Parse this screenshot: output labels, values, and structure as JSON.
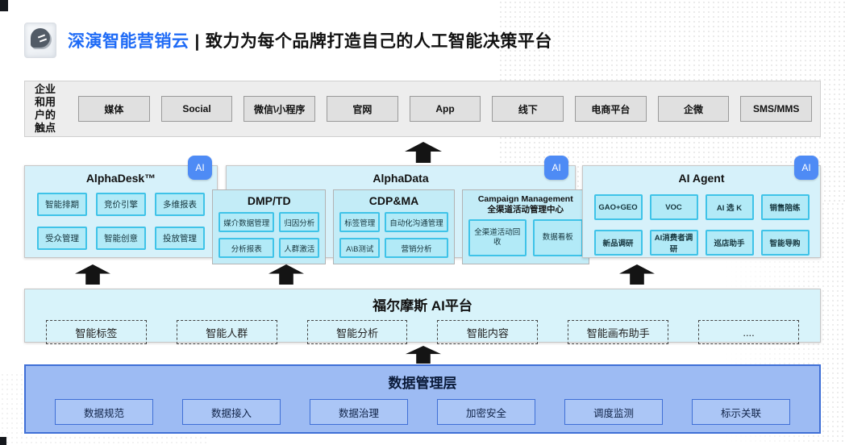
{
  "header": {
    "brand": "深演智能营销云",
    "separator": "|",
    "tagline": "致力为每个品牌打造自己的人工智能决策平台",
    "brand_color": "#1f6bf6"
  },
  "ai_badge": "AI",
  "touchpoints": {
    "label_lines": [
      "企业",
      "和用",
      "户的",
      "触点"
    ],
    "items": [
      "媒体",
      "Social",
      "微信\\小程序",
      "官网",
      "App",
      "线下",
      "电商平台",
      "企微",
      "SMS/MMS"
    ]
  },
  "panels": [
    {
      "title": "AlphaDesk™",
      "items": [
        "智能排期",
        "竞价引擎",
        "多维报表",
        "受众管理",
        "智能创意",
        "投放管理"
      ]
    },
    {
      "title": "AlphaData",
      "subpanels": [
        {
          "title": "DMP/TD",
          "items": [
            "媒介数据管理",
            "归因分析",
            "分析报表",
            "人群激活"
          ]
        },
        {
          "title": "CDP&MA",
          "items": [
            "标签管理",
            "自动化沟通管理",
            "A\\B测试",
            "营销分析"
          ]
        },
        {
          "title_line1": "Campaign Management",
          "title_line2": "全渠道活动管理中心",
          "items": [
            "全渠道活动回收",
            "数据看板"
          ]
        }
      ]
    },
    {
      "title": "AI Agent",
      "items": [
        "GAO+GEO",
        "VOC",
        "AI 选 K",
        "销售陪练",
        "新品调研",
        "AI消费者调研",
        "巡店助手",
        "智能导购"
      ]
    }
  ],
  "ai_platform": {
    "title": "福尔摩斯 AI平台",
    "items": [
      "智能标签",
      "智能人群",
      "智能分析",
      "智能内容",
      "智能画布助手",
      "...."
    ]
  },
  "data_layer": {
    "title": "数据管理层",
    "items": [
      "数据规范",
      "数据接入",
      "数据治理",
      "加密安全",
      "调度监测",
      "标示关联"
    ]
  },
  "colors": {
    "brand_blue": "#1f6bf6",
    "panel_cyan": "#d6f1fa",
    "chip_cyan": "#b2eaf7",
    "chip_border": "#3fc3e8",
    "ai_badge_blue": "#4e8bf5",
    "data_layer_blue": "#9dbbf3",
    "data_layer_border": "#3f6fd6",
    "arrow_black": "#141414"
  }
}
